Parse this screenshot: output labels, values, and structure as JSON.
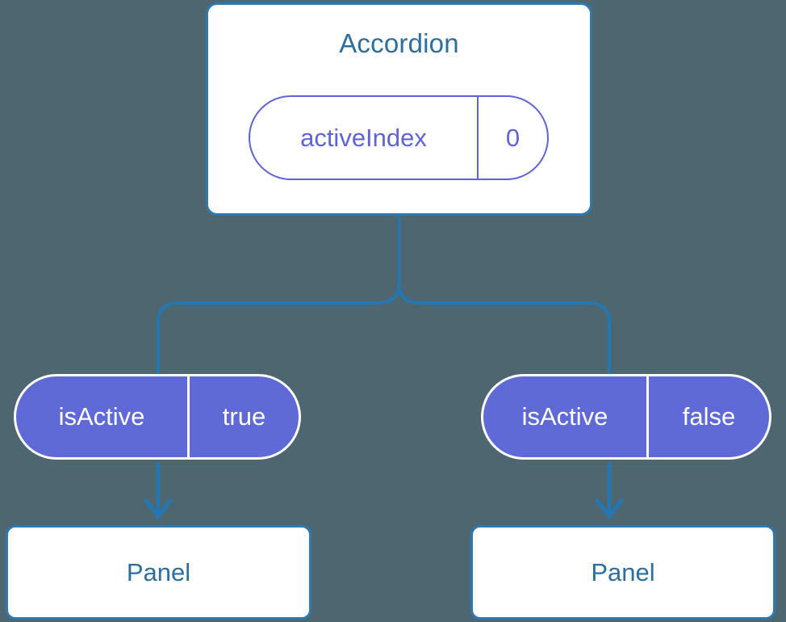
{
  "diagram": {
    "background_color": "#4e6670",
    "connector_color": "#2577b1",
    "root": {
      "title": "Accordion",
      "state": {
        "key": "activeIndex",
        "value": "0",
        "border_color": "#5f63d8",
        "text_color": "#5f63d8"
      },
      "border_color": "#2e7ab0",
      "title_color": "#2c6e9e"
    },
    "branches": [
      {
        "prop": {
          "key": "isActive",
          "value": "true",
          "fill_color": "#5f6ad6",
          "text_color": "#ffffff"
        },
        "child": {
          "title": "Panel",
          "border_color": "#2e7ab0",
          "title_color": "#2c6e9e"
        }
      },
      {
        "prop": {
          "key": "isActive",
          "value": "false",
          "fill_color": "#5f6ad6",
          "text_color": "#ffffff"
        },
        "child": {
          "title": "Panel",
          "border_color": "#2e7ab0",
          "title_color": "#2c6e9e"
        }
      }
    ]
  }
}
